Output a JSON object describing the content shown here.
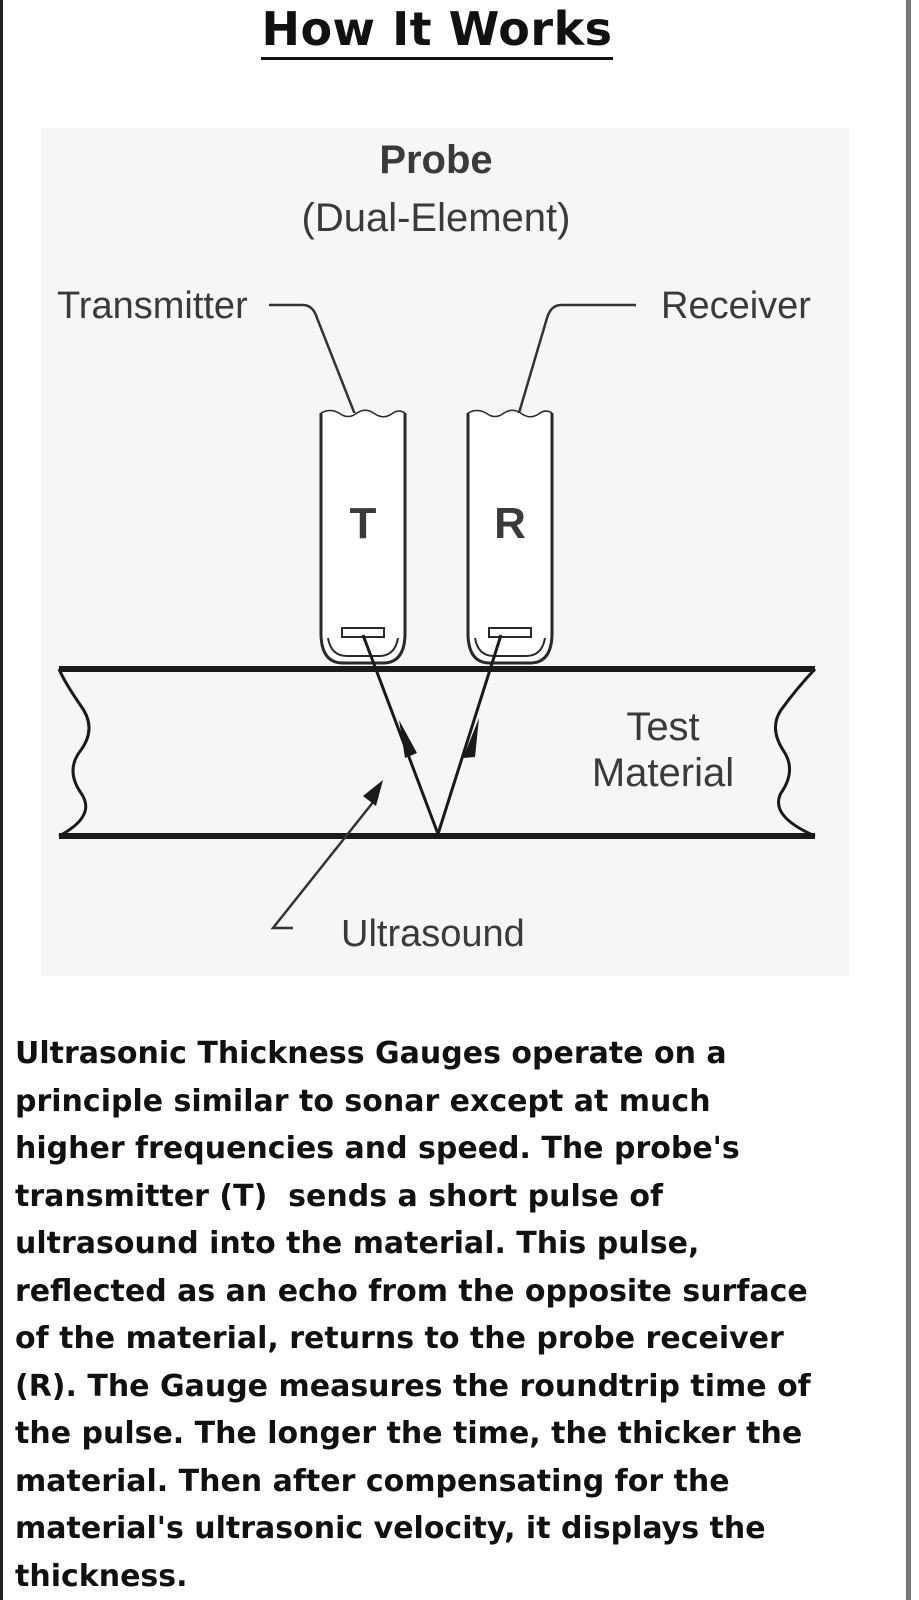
{
  "title": "How It Works",
  "diagram": {
    "probe_title": "Probe",
    "probe_subtitle": "(Dual-Element)",
    "transmitter_label": "Transmitter",
    "receiver_label": "Receiver",
    "t_letter": "T",
    "r_letter": "R",
    "material_line1": "Test",
    "material_line2": "Material",
    "ultrasound_label": "Ultrasound"
  },
  "description": {
    "lines": [
      "Ultrasonic Thickness Gauges operate on a",
      "principle similar to sonar except at much",
      "higher frequencies and speed. The probe's",
      "transmitter (T)  sends a short pulse of",
      "ultrasound into the material. This pulse,",
      "reflected as an echo from the opposite surface",
      "of the material, returns to the probe receiver",
      "(R). The Gauge measures the roundtrip time of",
      "the pulse. The longer the time, the thicker the",
      "material. Then after compensating for the",
      "material's ultrasonic velocity, it displays the",
      "thickness."
    ]
  }
}
